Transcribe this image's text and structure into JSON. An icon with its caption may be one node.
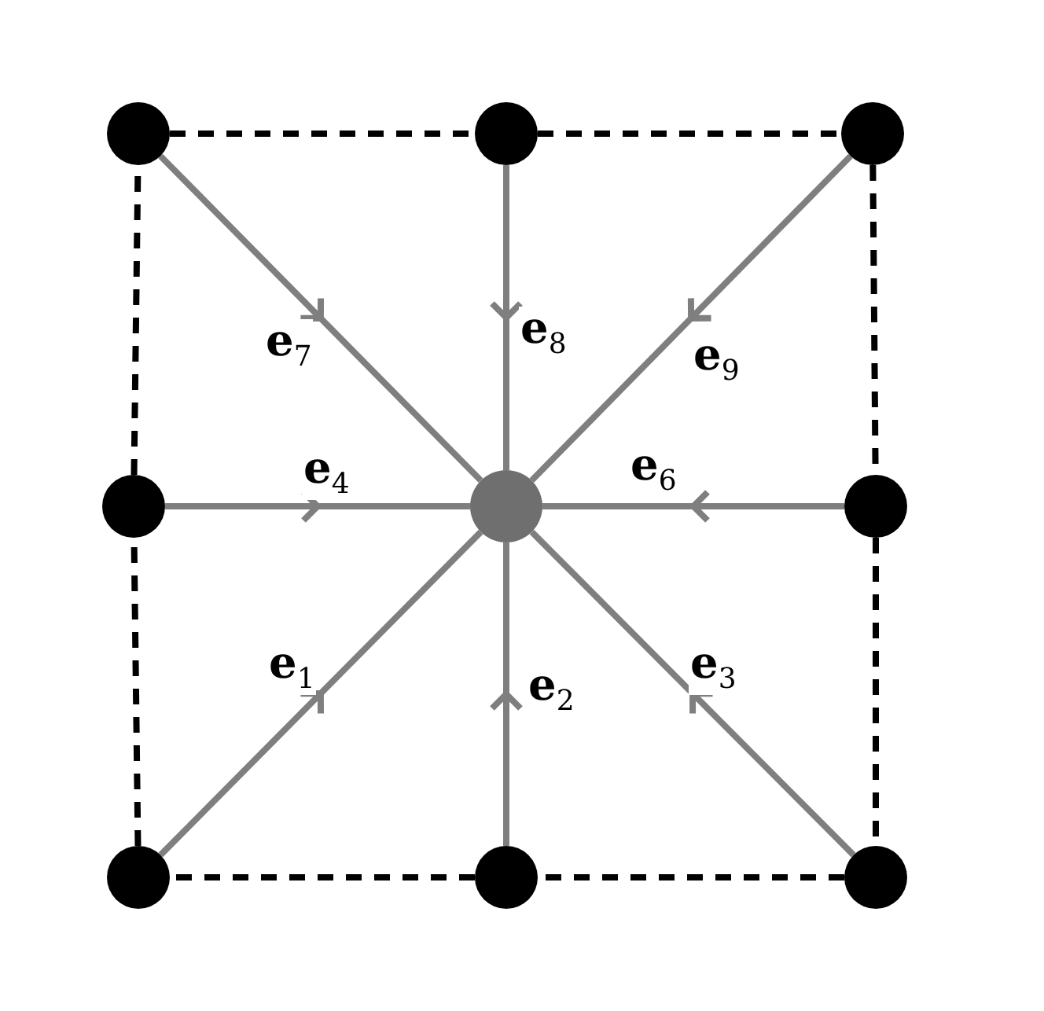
{
  "diagram": {
    "nodes": [
      {
        "text": [],
        "shape": "circle"
      },
      {
        "text": [],
        "shape": "circle"
      },
      {
        "text": [],
        "shape": "circle"
      },
      {
        "text": [],
        "shape": "circle"
      },
      {
        "text": [],
        "shape": "circle"
      },
      {
        "text": [],
        "shape": "circle"
      },
      {
        "text": [],
        "shape": "circle"
      },
      {
        "text": [],
        "shape": "circle"
      },
      {
        "text": [],
        "shape": "circle"
      }
    ],
    "edges": [
      {
        "from": 6,
        "to": 4,
        "arrow": "to",
        "label": "**e**$_{1}$",
        "color": "#7f7f7f"
      },
      {
        "from": 7,
        "to": 4,
        "arrow": "to",
        "label": "**e**$_{2}$",
        "color": "#7f7f7f"
      },
      {
        "from": 8,
        "to": 4,
        "arrow": "to",
        "label": "**e**$_{3}$",
        "color": "#7f7f7f"
      },
      {
        "from": 3,
        "to": 4,
        "arrow": "to",
        "label": "**e**$_{4}$",
        "color": "#7f7f7f"
      },
      {
        "from": 5,
        "to": 4,
        "arrow": "to",
        "label": "**e**$_{6}$",
        "color": "#7f7f7f"
      },
      {
        "from": 0,
        "to": 4,
        "arrow": "to",
        "label": "**e**$_{7}$",
        "color": "#7f7f7f"
      },
      {
        "from": 1,
        "to": 4,
        "arrow": "to",
        "label": "**e**$_{8}$",
        "color": "#7f7f7f"
      },
      {
        "from": 2,
        "to": 4,
        "arrow": "to",
        "label": "**e**$_{9}$",
        "color": "#7f7f7f"
      },
      {
        "from": 0,
        "to": 1,
        "arrow": "none",
        "style": "dashed",
        "color": "#000000"
      },
      {
        "from": 1,
        "to": 2,
        "arrow": "none",
        "style": "dashed",
        "color": "#000000"
      },
      {
        "from": 2,
        "to": 5,
        "arrow": "none",
        "style": "dashed",
        "color": "#000000"
      },
      {
        "from": 5,
        "to": 8,
        "arrow": "none",
        "style": "dashed",
        "color": "#000000"
      },
      {
        "from": 8,
        "to": 7,
        "arrow": "none",
        "style": "dashed",
        "color": "#000000"
      },
      {
        "from": 7,
        "to": 6,
        "arrow": "none",
        "style": "dashed",
        "color": "#000000"
      },
      {
        "from": 6,
        "to": 3,
        "arrow": "none",
        "style": "dashed",
        "color": "#000000"
      },
      {
        "from": 3,
        "to": 0,
        "arrow": "none",
        "style": "dashed",
        "color": "#000000"
      }
    ]
  }
}
